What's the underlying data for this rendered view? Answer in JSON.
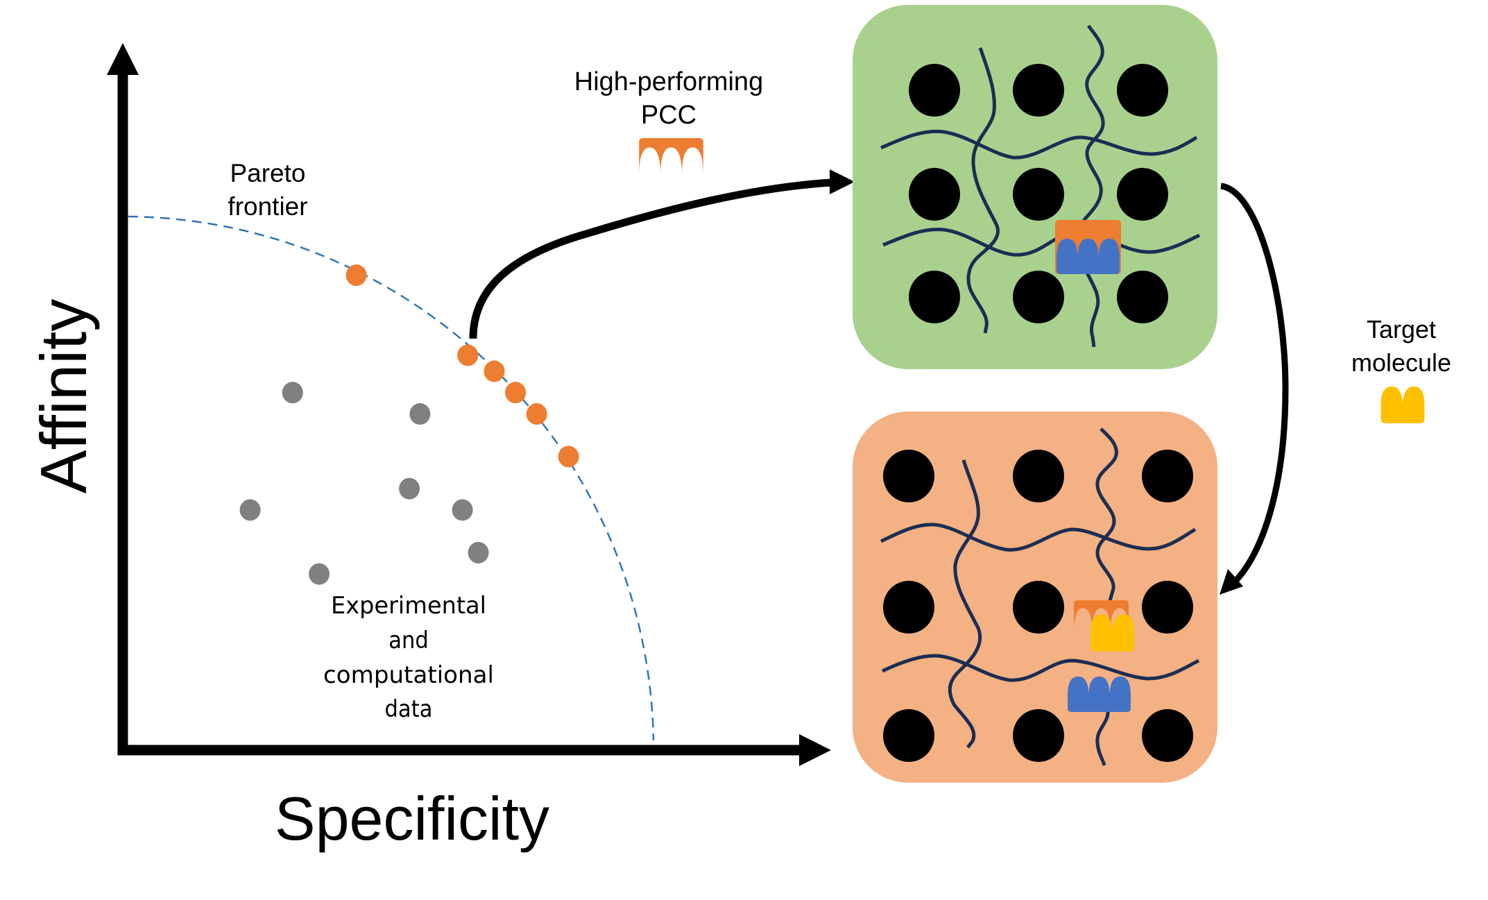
{
  "figure": {
    "axes": {
      "x_label": "Specificity",
      "y_label": "Affinity"
    },
    "labels": {
      "pareto_line1": "Pareto",
      "pareto_line2": "frontier",
      "data_line1": "Experimental",
      "data_line2": "and",
      "data_line3": "computational",
      "data_line4": "data",
      "pcc_line1": "High-performing",
      "pcc_line2": "PCC",
      "target_line1": "Target",
      "target_line2": "molecule"
    },
    "colors": {
      "axis": "#000000",
      "frontier": "#2e75b6",
      "pareto_point": "#ed7d31",
      "data_point": "#808080",
      "pcc": "#ed7d31",
      "receptor": "#4472c4",
      "target": "#ffc000",
      "panel_green": "#a9d18e",
      "panel_orange": "#f4b183",
      "chain": "#1b2d53",
      "bead": "#000000"
    },
    "panels": [
      {
        "name": "binding-state",
        "pcc_bound_to": "receptor"
      },
      {
        "name": "target-displacement-state",
        "pcc_bound_to": "target"
      }
    ]
  },
  "chart_data": {
    "type": "scatter",
    "title": "",
    "xlabel": "Specificity",
    "ylabel": "Affinity",
    "xlim": [
      0,
      1
    ],
    "ylim": [
      0,
      1
    ],
    "grid": false,
    "legend": "none",
    "frontier": {
      "name": "Pareto frontier",
      "shape": "quarter-ellipse",
      "x_intercept": 1.0,
      "y_intercept": 1.0
    },
    "series": [
      {
        "name": "Pareto-optimal (high-performing PCC)",
        "color": "#ed7d31",
        "points": [
          {
            "x": 0.44,
            "y": 0.89
          },
          {
            "x": 0.65,
            "y": 0.74
          },
          {
            "x": 0.7,
            "y": 0.71
          },
          {
            "x": 0.74,
            "y": 0.67
          },
          {
            "x": 0.78,
            "y": 0.63
          },
          {
            "x": 0.84,
            "y": 0.55
          }
        ]
      },
      {
        "name": "Experimental and computational data",
        "color": "#808080",
        "points": [
          {
            "x": 0.32,
            "y": 0.67
          },
          {
            "x": 0.56,
            "y": 0.63
          },
          {
            "x": 0.54,
            "y": 0.49
          },
          {
            "x": 0.24,
            "y": 0.45
          },
          {
            "x": 0.64,
            "y": 0.45
          },
          {
            "x": 0.67,
            "y": 0.37
          },
          {
            "x": 0.37,
            "y": 0.33
          }
        ]
      }
    ]
  }
}
